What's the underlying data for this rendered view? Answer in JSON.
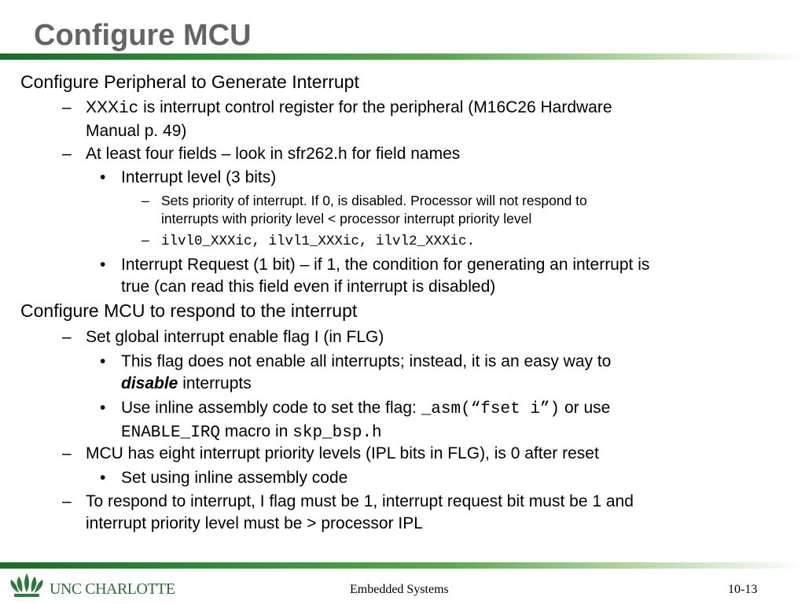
{
  "slide": {
    "title": "Configure MCU"
  },
  "body": {
    "h1": "Configure Peripheral to Generate Interrupt",
    "h1_sub1": {
      "mono_prefix": "XXX",
      "mono_suffix": "ic",
      "text": " is interrupt control register for the peripheral (M16C26 Hardware",
      "text2": "Manual p. 49)"
    },
    "h1_sub2": "At least four fields – look in sfr262.h for field names",
    "bullet_level": "Interrupt level (3 bits)",
    "level_dash1_line1": "Sets priority of interrupt. If 0, is disabled.  Processor will not respond to",
    "level_dash1_line2": "interrupts with priority level < processor interrupt priority level",
    "level_dash2": "ilvl0_XXXic, ilvl1_XXXic, ilvl2_XXXic.",
    "bullet_request_line1": "Interrupt Request (1 bit) – if 1, the condition for generating an interrupt is",
    "bullet_request_line2": "true (can read this field even if interrupt is disabled)",
    "h2": "Configure MCU to respond to the interrupt",
    "h2_sub1": "Set global interrupt enable flag I (in FLG)",
    "flag_bullet1_line1": "This flag does not enable all interrupts; instead, it is an easy way to",
    "flag_bullet1_emph": "disable",
    "flag_bullet1_tail": " interrupts",
    "flag_bullet2_pre": "Use inline assembly code to set the flag: ",
    "flag_bullet2_code1": "_asm(“fset i”)",
    "flag_bullet2_mid": " or use",
    "flag_bullet2_code2": "ENABLE_IRQ",
    "flag_bullet2_mid2": " macro in ",
    "flag_bullet2_code3": "skp_bsp.h",
    "h2_sub2": "MCU has eight interrupt priority levels  (IPL bits in FLG), is 0 after reset",
    "ipl_bullet": "Set using inline assembly code",
    "h2_sub3_line1": "To respond to interrupt, I flag must be 1, interrupt request bit must be 1 and",
    "h2_sub3_line2": "interrupt priority level must be > processor IPL"
  },
  "footer": {
    "logo_text": "UNC CHARLOTTE",
    "center": "Embedded Systems",
    "page": "10-13"
  },
  "colors": {
    "title": "#646464",
    "bar_dark": "#1d6b2c",
    "logo_green": "#2b6e36"
  }
}
